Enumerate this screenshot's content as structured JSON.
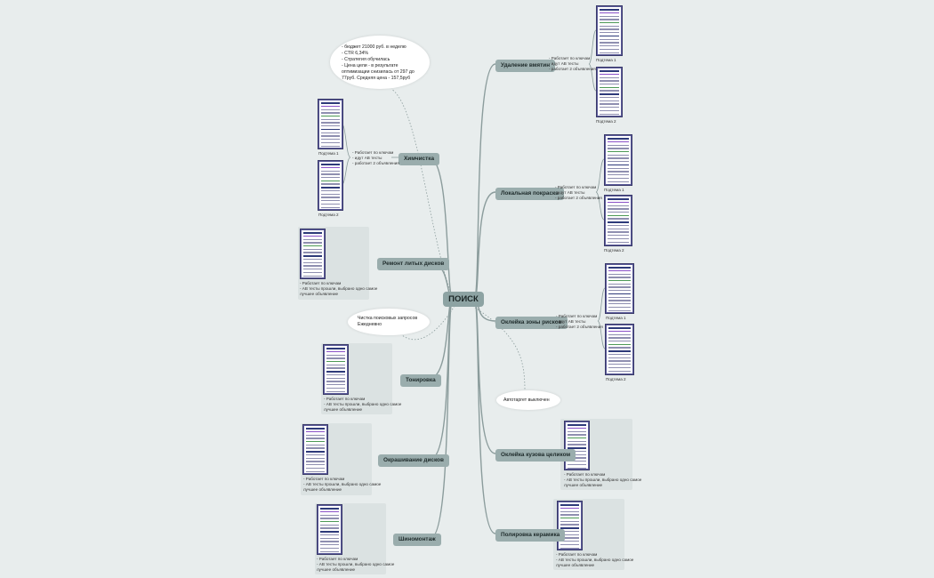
{
  "root": {
    "label": "ПОИСК"
  },
  "colors": {
    "background": "#e8eded",
    "node": "#9aadad",
    "link": "#8b9c9c"
  },
  "branches": [
    {
      "id": "udalenie",
      "label": "Удаление вмятин",
      "side": "right",
      "notes": [
        "- Работает по ключам",
        "- идут АВ тесты",
        "- работает 2 объявления"
      ],
      "captions": [
        "Подтема 1",
        "Подтема 2"
      ]
    },
    {
      "id": "lokalnaya",
      "label": "Локальная покраска",
      "side": "right",
      "notes": [
        "- Работает по ключам",
        "- идут АВ тесты",
        "- работает 2 объявления"
      ],
      "captions": [
        "Подтема 1",
        "Подтема 2"
      ]
    },
    {
      "id": "okleyka-zony",
      "label": "Оклейка зоны рисков",
      "side": "right",
      "notes": [
        "- Работает по ключам",
        "- идут АВ тесты",
        "- работает 2 объявления"
      ],
      "captions": [
        "Подтема 1",
        "Подтема 2"
      ]
    },
    {
      "id": "okleyka-kuzova",
      "label": "Оклейка кузова целиком",
      "side": "right",
      "notes": [
        "- Работает по ключам",
        "- АВ тесты прошли, выбрано одно самое",
        "лучшее объявление"
      ]
    },
    {
      "id": "polirovka",
      "label": "Полировка керамика",
      "side": "right",
      "notes": [
        "- Работает по ключам",
        "- АВ тесты прошли, выбрано одно самое",
        "лучшее объявление"
      ]
    },
    {
      "id": "himchistka",
      "label": "Химчистка",
      "side": "left",
      "notes": [
        "- Работает по ключам",
        "- идут АВ тесты",
        "- работает 2 объявления"
      ],
      "captions": [
        "Подтема 1",
        "Подтема 2"
      ]
    },
    {
      "id": "remont",
      "label": "Ремонт литых дисков",
      "side": "left",
      "notes": [
        "- Работает по ключам",
        "- АВ тесты прошли, выбрано одно самое",
        "лучшее объявление"
      ]
    },
    {
      "id": "tonirovka",
      "label": "Тонировка",
      "side": "left",
      "notes": [
        "- Работает по ключам",
        "- АВ тесты прошли, выбрано одно самое",
        "лучшее объявление"
      ]
    },
    {
      "id": "okrashivanie",
      "label": "Окрашивание дисков",
      "side": "left",
      "notes": [
        "- Работает по ключам",
        "- АВ тесты прошли, выбрано одно самое",
        "лучшее объявление"
      ]
    },
    {
      "id": "shinomontazh",
      "label": "Шиномонтаж",
      "side": "left",
      "notes": [
        "- Работает по ключам",
        "- АВ тесты прошли, выбрано одно самое",
        "лучшее объявление"
      ]
    }
  ],
  "clouds": {
    "budget": [
      "- бюджет 21000 руб. в неделю",
      "- CTR 6,34%",
      "- Стратегия обучилась",
      "- Цена цели - в результате",
      "оптимизации снизилась от 297 до",
      "77руб. Средняя цена - 157,5руб"
    ],
    "cleaning": [
      "Чистка поисковых запросов",
      "Ежедневно"
    ],
    "autotarget": [
      "Автотаргет выключен"
    ]
  }
}
